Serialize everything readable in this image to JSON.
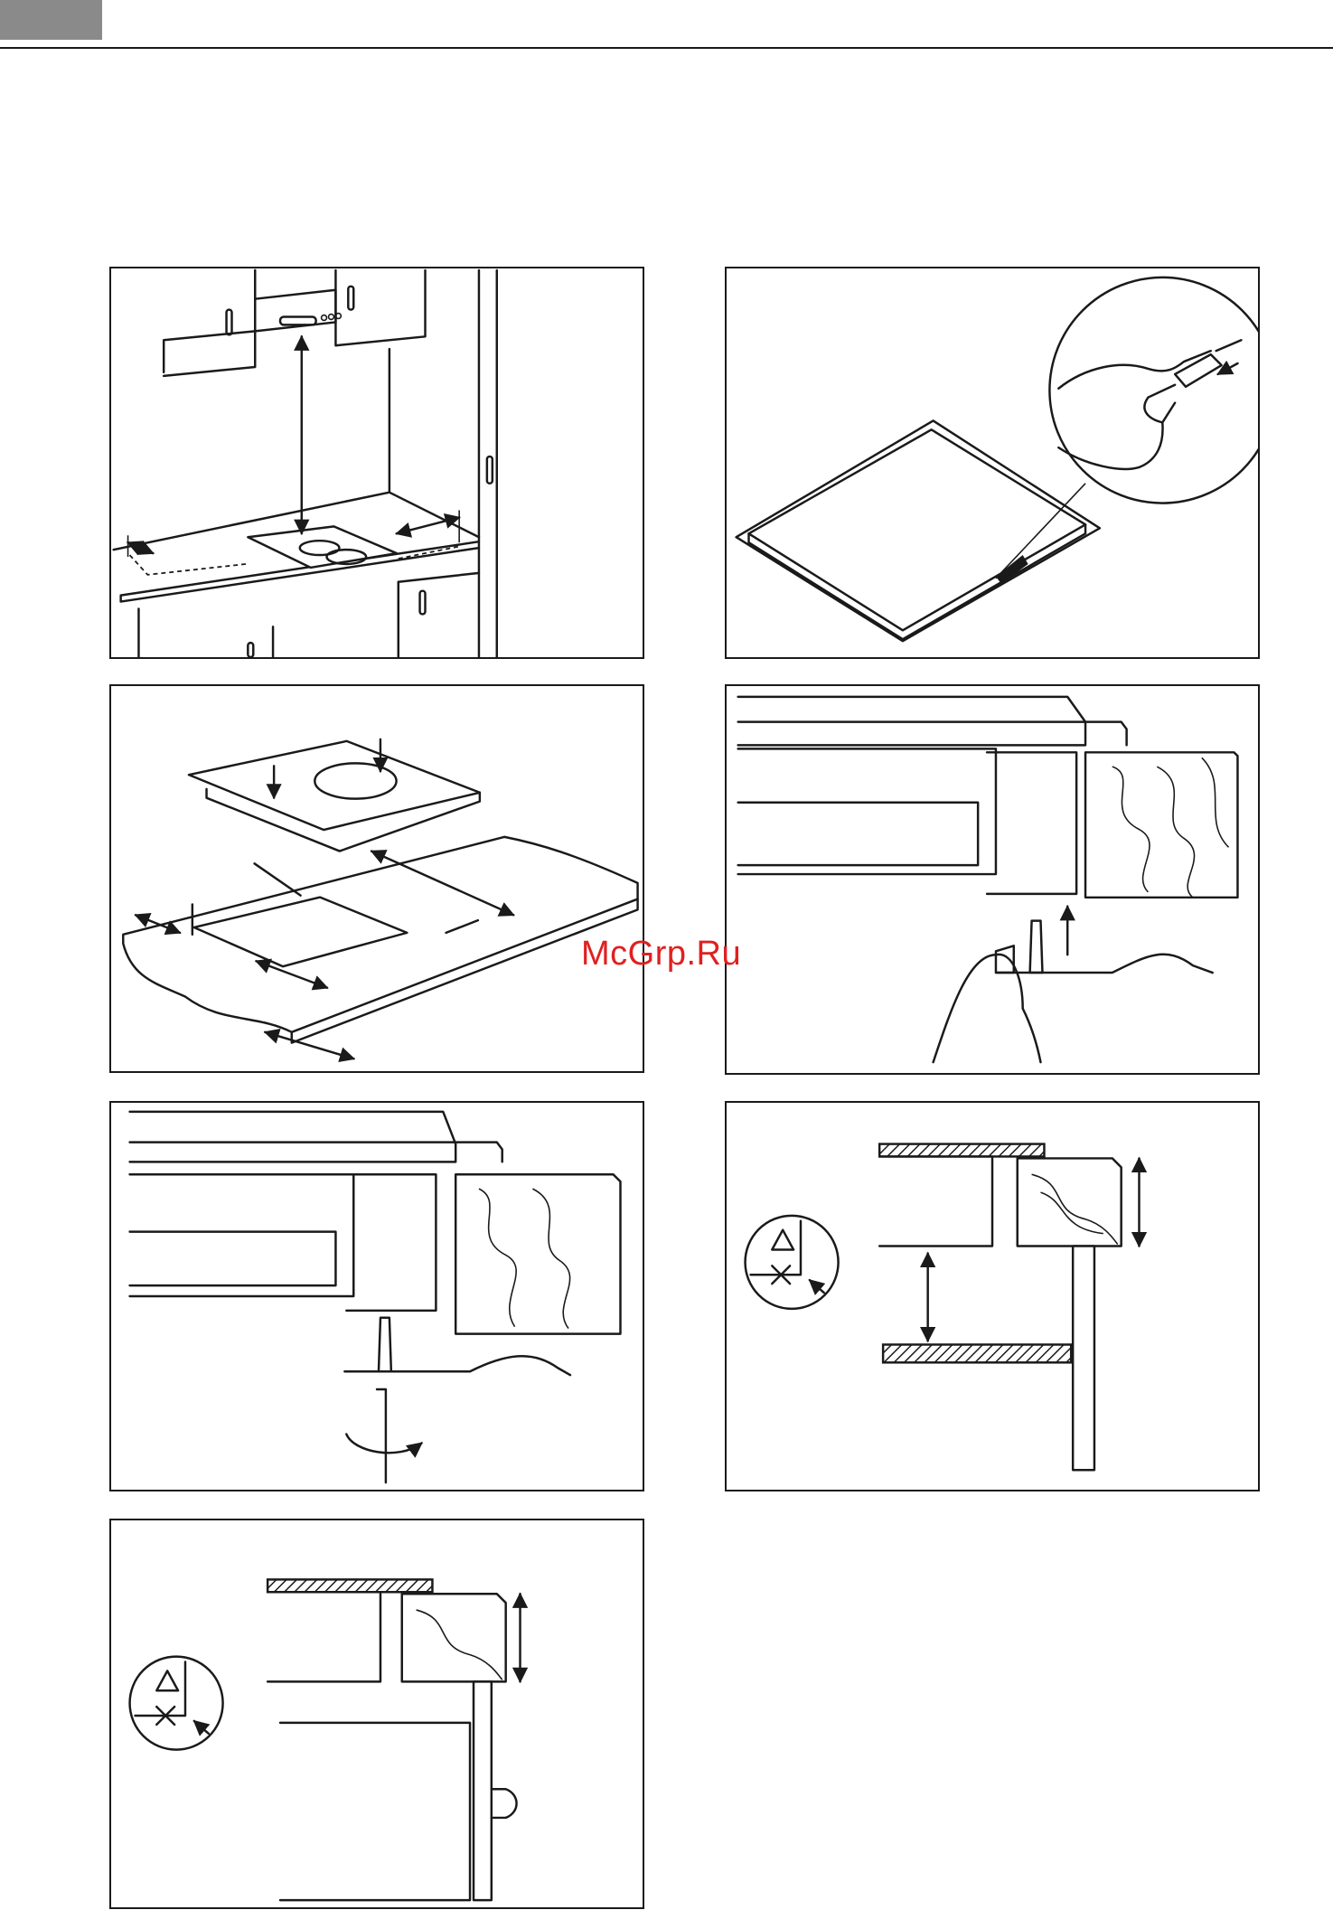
{
  "header": {
    "accent": "#8a8a8a",
    "rule_color": "#1a1a1a"
  },
  "watermark": {
    "text": "McGrp.Ru",
    "color": "#e0201f"
  },
  "figures": [
    {
      "id": "cooker-hood-clearance-figure"
    },
    {
      "id": "sealing-strip-figure"
    },
    {
      "id": "worktop-cutout-figure"
    },
    {
      "id": "bracket-screw-figure"
    },
    {
      "id": "tighten-bracket-figure"
    },
    {
      "id": "cabinet-clearance-figure",
      "warning_icon": "warning-triangle-icon"
    },
    {
      "id": "oven-clearance-figure",
      "warning_icon": "warning-triangle-icon"
    }
  ]
}
